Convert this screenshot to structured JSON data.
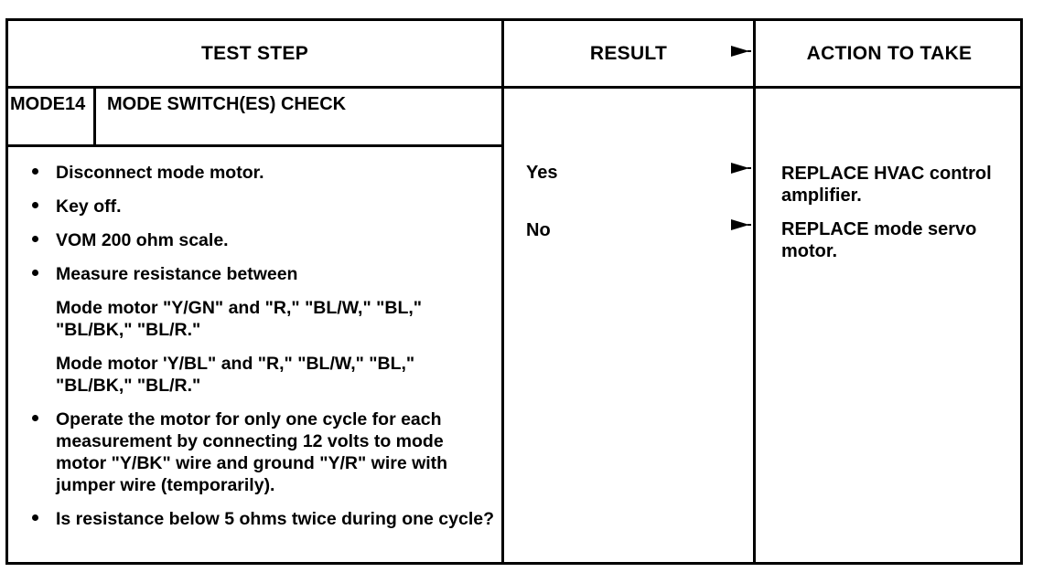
{
  "header": {
    "test_step": "TEST STEP",
    "result": "RESULT",
    "action": "ACTION TO TAKE"
  },
  "mode": {
    "id": "MODE14",
    "title": "MODE SWITCH(ES) CHECK"
  },
  "steps": [
    {
      "text": "Disconnect mode motor."
    },
    {
      "text": "Key off."
    },
    {
      "text": "VOM 200 ohm scale."
    },
    {
      "text": "Measure resistance between"
    },
    {
      "sub": "Mode motor \"Y/GN\" and \"R,\" \"BL/W,\" \"BL,\" \"BL/BK,\" \"BL/R.\""
    },
    {
      "sub": "Mode motor 'Y/BL\" and \"R,\" \"BL/W,\" \"BL,\" \"BL/BK,\" \"BL/R.\""
    },
    {
      "text": "Operate the motor for only one cycle for each measurement by connecting 12 volts to mode motor \"Y/BK\" wire and ground \"Y/R\" wire with jumper wire (temporarily)."
    },
    {
      "text": "Is resistance below 5 ohms twice during one cycle?"
    }
  ],
  "results": [
    {
      "label": "Yes",
      "action": "REPLACE HVAC control amplifier."
    },
    {
      "label": "No",
      "action": "REPLACE mode servo motor."
    }
  ]
}
